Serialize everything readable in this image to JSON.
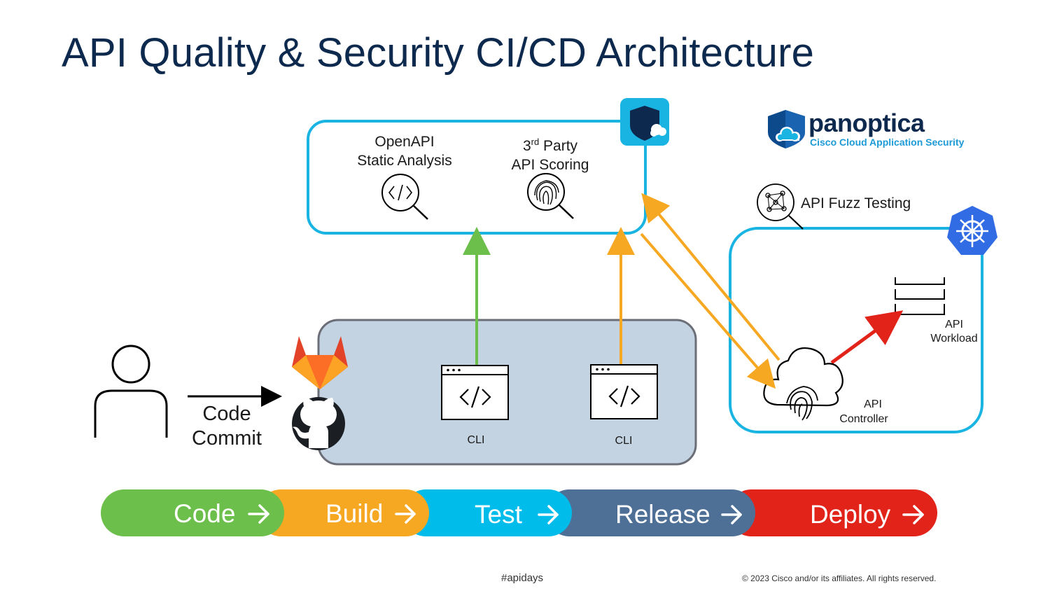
{
  "slide": {
    "title": "API Quality & Security CI/CD Architecture",
    "hashtag": "#apidays",
    "copyright": "© 2023  Cisco and/or its affiliates. All rights reserved."
  },
  "brand": {
    "name": "panoptica",
    "tagline": "Cisco Cloud Application Security"
  },
  "analysis_box": {
    "item1_line1": "OpenAPI",
    "item1_line2": "Static Analysis",
    "item2_base": "3",
    "item2_sup": "rd",
    "item2_rest": " Party",
    "item2_line2": "API Scoring"
  },
  "fuzz": {
    "label": "API Fuzz Testing"
  },
  "k8s": {
    "workload_line1": "API",
    "workload_line2": "Workload",
    "controller_line1": "API",
    "controller_line2": "Controller"
  },
  "ci": {
    "cli1": "CLI",
    "cli2": "CLI"
  },
  "commit": {
    "line1": "Code",
    "line2": "Commit"
  },
  "pipeline": {
    "stages": [
      {
        "label": "Code",
        "color": "#6cbf4a"
      },
      {
        "label": "Build",
        "color": "#f7a823"
      },
      {
        "label": "Test",
        "color": "#00bceb"
      },
      {
        "label": "Release",
        "color": "#4e7096"
      },
      {
        "label": "Deploy",
        "color": "#e2231a"
      }
    ]
  },
  "colors": {
    "title": "#0d2a4e",
    "cyan_border": "#1ab4e3",
    "ci_fill": "#c3d3e2",
    "ci_border": "#6b6e77",
    "green_arrow": "#6cbf4a",
    "orange_arrow": "#f7a823",
    "red_arrow": "#e2231a"
  }
}
